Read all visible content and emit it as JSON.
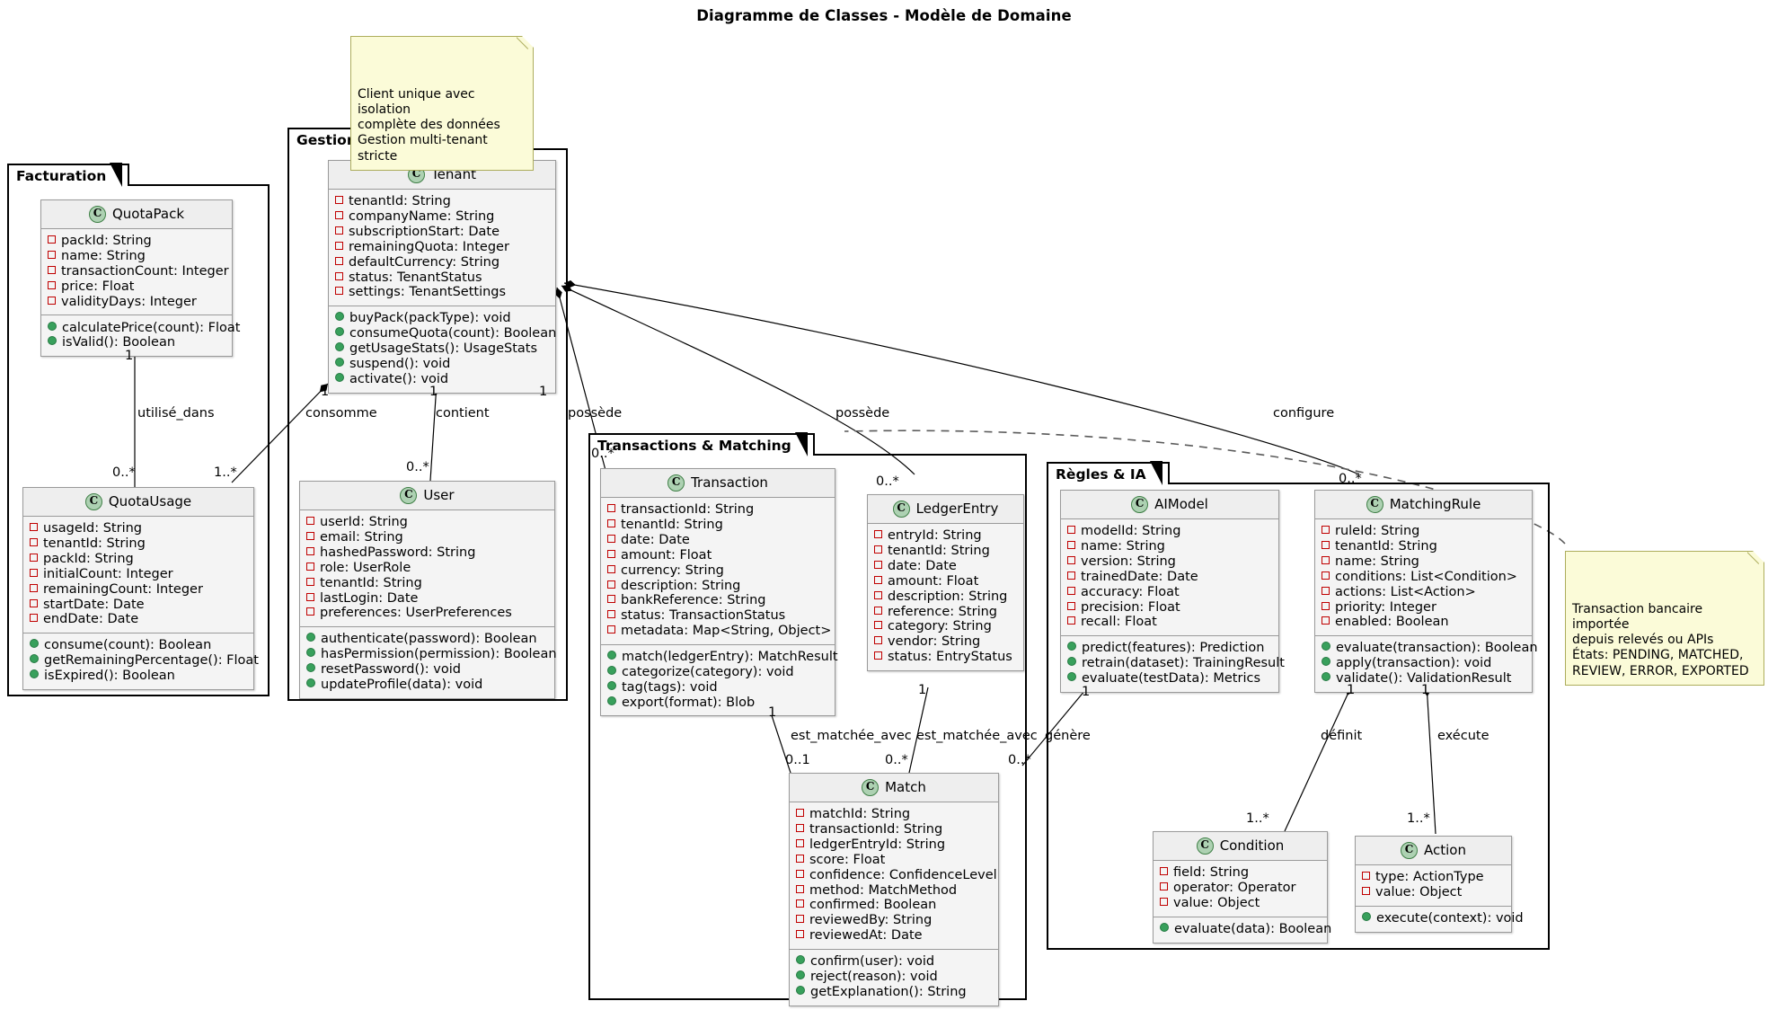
{
  "title": "Diagramme de Classes - Modèle de Domaine",
  "packages": [
    {
      "name": "Facturation"
    },
    {
      "name": "Gestion Clients"
    },
    {
      "name": "Transactions & Matching"
    },
    {
      "name": "Règles & IA"
    }
  ],
  "classes": {
    "quotapack": {
      "name": "QuotaPack",
      "stereotype": "C",
      "fields": [
        "packId: String",
        "name: String",
        "transactionCount: Integer",
        "price: Float",
        "validityDays: Integer"
      ],
      "methods": [
        "calculatePrice(count): Float",
        "isValid(): Boolean"
      ]
    },
    "quotausage": {
      "name": "QuotaUsage",
      "stereotype": "C",
      "fields": [
        "usageId: String",
        "tenantId: String",
        "packId: String",
        "initialCount: Integer",
        "remainingCount: Integer",
        "startDate: Date",
        "endDate: Date"
      ],
      "methods": [
        "consume(count): Boolean",
        "getRemainingPercentage(): Float",
        "isExpired(): Boolean"
      ]
    },
    "tenant": {
      "name": "Tenant",
      "stereotype": "C",
      "fields": [
        "tenantId: String",
        "companyName: String",
        "subscriptionStart: Date",
        "remainingQuota: Integer",
        "defaultCurrency: String",
        "status: TenantStatus",
        "settings: TenantSettings"
      ],
      "methods": [
        "buyPack(packType): void",
        "consumeQuota(count): Boolean",
        "getUsageStats(): UsageStats",
        "suspend(): void",
        "activate(): void"
      ]
    },
    "user": {
      "name": "User",
      "stereotype": "C",
      "fields": [
        "userId: String",
        "email: String",
        "hashedPassword: String",
        "role: UserRole",
        "tenantId: String",
        "lastLogin: Date",
        "preferences: UserPreferences"
      ],
      "methods": [
        "authenticate(password): Boolean",
        "hasPermission(permission): Boolean",
        "resetPassword(): void",
        "updateProfile(data): void"
      ]
    },
    "transaction": {
      "name": "Transaction",
      "stereotype": "C",
      "fields": [
        "transactionId: String",
        "tenantId: String",
        "date: Date",
        "amount: Float",
        "currency: String",
        "description: String",
        "bankReference: String",
        "status: TransactionStatus",
        "metadata: Map<String, Object>"
      ],
      "methods": [
        "match(ledgerEntry): MatchResult",
        "categorize(category): void",
        "tag(tags): void",
        "export(format): Blob"
      ]
    },
    "ledgerentry": {
      "name": "LedgerEntry",
      "stereotype": "C",
      "fields": [
        "entryId: String",
        "tenantId: String",
        "date: Date",
        "amount: Float",
        "description: String",
        "reference: String",
        "category: String",
        "vendor: String",
        "status: EntryStatus"
      ],
      "methods": []
    },
    "match": {
      "name": "Match",
      "stereotype": "C",
      "fields": [
        "matchId: String",
        "transactionId: String",
        "ledgerEntryId: String",
        "score: Float",
        "confidence: ConfidenceLevel",
        "method: MatchMethod",
        "confirmed: Boolean",
        "reviewedBy: String",
        "reviewedAt: Date"
      ],
      "methods": [
        "confirm(user): void",
        "reject(reason): void",
        "getExplanation(): String"
      ]
    },
    "aimodel": {
      "name": "AIModel",
      "stereotype": "C",
      "fields": [
        "modelId: String",
        "name: String",
        "version: String",
        "trainedDate: Date",
        "accuracy: Float",
        "precision: Float",
        "recall: Float"
      ],
      "methods": [
        "predict(features): Prediction",
        "retrain(dataset): TrainingResult",
        "evaluate(testData): Metrics"
      ]
    },
    "matchingrule": {
      "name": "MatchingRule",
      "stereotype": "C",
      "fields": [
        "ruleId: String",
        "tenantId: String",
        "name: String",
        "conditions: List<Condition>",
        "actions: List<Action>",
        "priority: Integer",
        "enabled: Boolean"
      ],
      "methods": [
        "evaluate(transaction): Boolean",
        "apply(transaction): void",
        "validate(): ValidationResult"
      ]
    },
    "condition": {
      "name": "Condition",
      "stereotype": "C",
      "fields": [
        "field: String",
        "operator: Operator",
        "value: Object"
      ],
      "methods": [
        "evaluate(data): Boolean"
      ]
    },
    "action": {
      "name": "Action",
      "stereotype": "C",
      "fields": [
        "type: ActionType",
        "value: Object"
      ],
      "methods": [
        "execute(context): void"
      ]
    }
  },
  "notes": {
    "tenant_note": "Client unique avec isolation\ncomplète des données\nGestion multi-tenant stricte",
    "transaction_note": "Transaction bancaire importée\ndepuis relevés ou APIs\nÉtats: PENDING, MATCHED,\nREVIEW, ERROR, EXPORTED"
  },
  "edge_labels": {
    "utilise_dans": "utilisé_dans",
    "consomme": "consomme",
    "contient": "contient",
    "possede_transaction": "possède",
    "possede_ledger": "possède",
    "configure": "configure",
    "est_matchee_avec_1": "est_matchée_avec",
    "est_matchee_avec_2": "est_matchée_avec",
    "genere": "génère",
    "definit": "définit",
    "execute": "exécute"
  },
  "multiplicities": {
    "quotapack_1": "1",
    "quotausage_0n": "0..*",
    "quotausage_1n": "1..*",
    "tenant_consomme_1": "1",
    "tenant_contient_1": "1",
    "user_0n": "0..*",
    "tenant_transaction_1": "1",
    "transaction_0n": "0..*",
    "tenant_ledger_0n": "0..*",
    "matchingrule_0n": "0..*",
    "transaction_match_1": "1",
    "match_01": "0..1",
    "ledger_match_1": "1",
    "match_0n": "0..*",
    "aimodel_1": "1",
    "match_genere_0n": "0..*",
    "matchingrule_definit_1": "1",
    "condition_1n": "1..*",
    "matchingrule_execute_1": "1",
    "action_1n": "1..*"
  }
}
